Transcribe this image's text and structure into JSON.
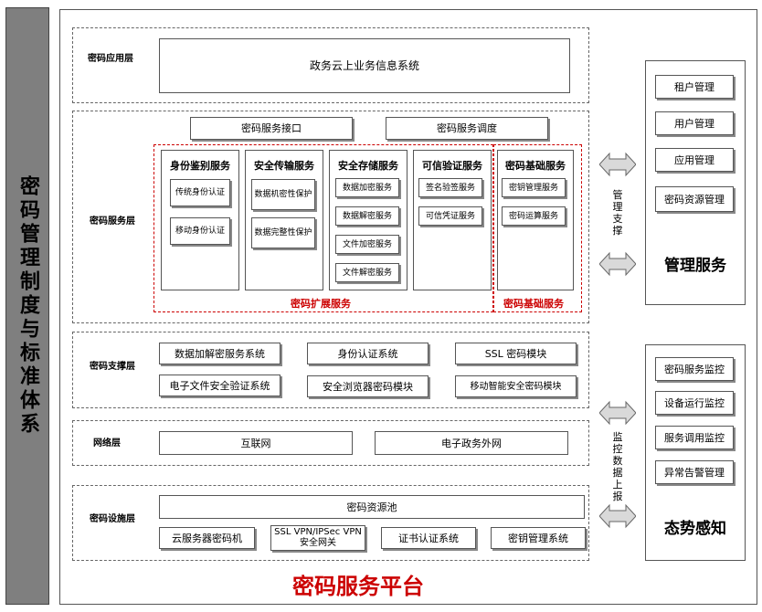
{
  "left_banner": "密码管理制度与标准体系",
  "platform_title": "密码服务平台",
  "layers": {
    "app": {
      "label": "密码应用层",
      "system": "政务云上业务信息系统"
    },
    "service": {
      "label": "密码服务层",
      "interface": "密码服务接口",
      "dispatch": "密码服务调度",
      "columns": [
        {
          "title": "身份鉴别服务",
          "items": [
            "传统身份认证",
            "移动身份认证"
          ]
        },
        {
          "title": "安全传输服务",
          "items": [
            "数据机密性保护",
            "数据完整性保护"
          ]
        },
        {
          "title": "安全存储服务",
          "items": [
            "数据加密服务",
            "数据解密服务",
            "文件加密服务",
            "文件解密服务"
          ]
        },
        {
          "title": "可信验证服务",
          "items": [
            "签名验签服务",
            "可信凭证服务"
          ]
        },
        {
          "title": "密码基础服务",
          "items": [
            "密钥管理服务",
            "密码运算服务"
          ]
        }
      ],
      "ext_label": "密码扩展服务",
      "base_label": "密码基础服务"
    },
    "support": {
      "label": "密码支撑层",
      "items": [
        "数据加解密服务系统",
        "身份认证系统",
        "SSL 密码模块",
        "电子文件安全验证系统",
        "安全浏览器密码模块",
        "移动智能安全密码模块"
      ]
    },
    "network": {
      "label": "网络层",
      "items": [
        "互联网",
        "电子政务外网"
      ]
    },
    "infra": {
      "label": "密码设施层",
      "pool": "密码资源池",
      "items": [
        "云服务器密码机",
        "SSL VPN/IPSec VPN安全网关",
        "证书认证系统",
        "密钥管理系统"
      ]
    }
  },
  "management": {
    "title": "管理服务",
    "items": [
      "租户管理",
      "用户管理",
      "应用管理",
      "密码资源管理"
    ],
    "arrow_label": "管理支撑"
  },
  "awareness": {
    "title": "态势感知",
    "items": [
      "密码服务监控",
      "设备运行监控",
      "服务调用监控",
      "异常告警管理"
    ],
    "arrow_label": "监控数据上报"
  },
  "colors": {
    "banner_bg": "#7f7f7f",
    "platform_title": "#cc0000",
    "accent_red": "#cc0000",
    "arrow_fill": "#d9d9d9"
  }
}
